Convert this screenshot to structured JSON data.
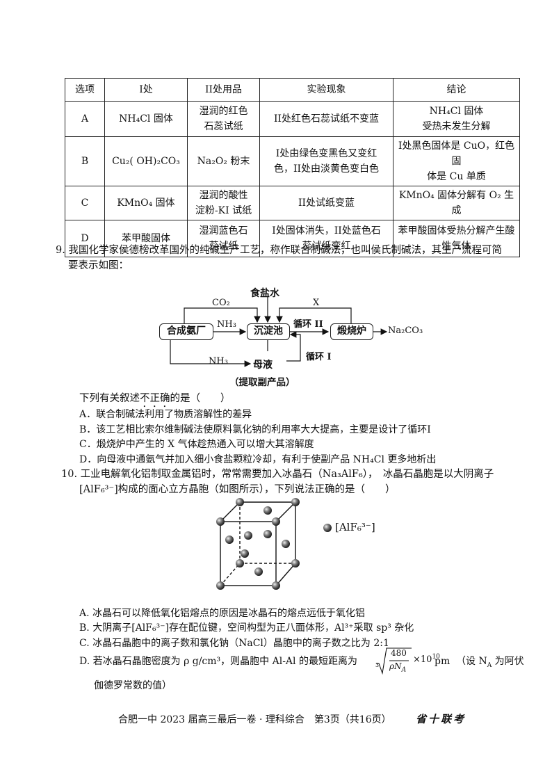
{
  "table": {
    "headers": [
      "选项",
      "I处",
      "II处用品",
      "实验现象",
      "结论"
    ],
    "rows": [
      {
        "opt": "A",
        "c1": "NH₄Cl 固体",
        "c2a": "湿润的红色",
        "c2b": "石蕊试纸",
        "c3a": "II处红色石蕊试纸不变蓝",
        "c3b": "",
        "c4a": "NH₄Cl 固体",
        "c4b": "受热未发生分解"
      },
      {
        "opt": "B",
        "c1": "Cu₂( OH)₂CO₃",
        "c2a": "Na₂O₂ 粉末",
        "c2b": "",
        "c3a": "I处由绿色变黑色又变红",
        "c3b": "色，II处由淡黄色变白色",
        "c4a": "I处黑色固体是 CuO，红色固",
        "c4b": "体是 Cu 单质"
      },
      {
        "opt": "C",
        "c1": "KMnO₄ 固体",
        "c2a": "湿润的酸性",
        "c2b": "淀粉-KI 试纸",
        "c3a": "II处试纸变蓝",
        "c3b": "",
        "c4a": "KMnO₄ 固体分解有 O₂ 生成",
        "c4b": ""
      },
      {
        "opt": "D",
        "c1": "苯甲酸固体",
        "c2a": "湿润蓝色石",
        "c2b": "蕊试纸",
        "c3a": "I处固体消失，II处蓝色石",
        "c3b": "蕊试纸变红",
        "c4a": "苯甲酸固体受热分解产生酸",
        "c4b": "性气体"
      }
    ]
  },
  "q9": {
    "line1": "9. 我国化学家侯德榜改革国外的纯碱生产工艺，称作联合制碱法，也叫侯氏制碱法，其生产流程可简",
    "line2": "要表示如图：",
    "diagram": {
      "food_salt": "食盐水",
      "co2": "CO₂",
      "x": "X",
      "plant": "合成氨厂",
      "nh3_top": "NH₃",
      "tank": "沉淀池",
      "cycle2": "循环 II",
      "furnace": "煅烧炉",
      "product": "Na₂CO₃",
      "nh3_bottom": "NH₃",
      "mother": "母液",
      "cycle1": "循环 I",
      "by_product": "（提取副产品）"
    },
    "stem_pre": "下列有关叙述",
    "stem_emph": "不正确",
    "stem_post": "的是（　　）",
    "options": [
      "A．联合制碱法利用了物质溶解性的差异",
      "B．该工艺相比索尔维制碱法使原料氯化钠的利用率大大提高，主要是设计了循环I",
      "C．煅烧炉中产生的 X 气体趁热通入可以增大其溶解度",
      "D．向母液中通氨气并加入细小食盐颗粒冷却，有利于使副产品 NH₄Cl 更多地析出"
    ]
  },
  "q10": {
    "line1": "10. 工业电解氧化铝制取金属铝时，常常需要加入冰晶石（Na₃AlF₆），　冰晶石晶胞是以大阴离子",
    "line2": "[AlF₆³⁻]构成的面心立方晶胞（如图所示），下列说法正确的是（　　）",
    "legend": "[AlF₆³⁻]",
    "options": [
      "A. 冰晶石可以降低氧化铝熔点的原因是冰晶石的熔点远低于氧化铝",
      "B. 大阴离子[AlF₆³⁻]存在配位键，空间构型为正八面体形，Al³⁺采取 sp³ 杂化",
      "C. 冰晶石晶胞中的离子数和氯化钠（NaCl）晶胞中的离子数之比为 2:1"
    ],
    "optD_pre": "D. 若冰晶石晶胞密度为 ρ g/cm³，则晶胞中 Al-Al 的最短距离为",
    "optD_num": "480",
    "optD_den": "ρN",
    "optD_den_sub": "A",
    "optD_mult": "×10",
    "optD_exp": "10",
    "optD_unit": "pm",
    "optD_note": "（设 N",
    "optD_note_sub": "A",
    "optD_note_post": " 为阿伏",
    "optD_line2": "伽德罗常数的值）"
  },
  "footer": {
    "text": "合肥一中 2023 届高三最后一卷 · 理科综合　第3页（共16页）",
    "stamp": "省十联考"
  }
}
